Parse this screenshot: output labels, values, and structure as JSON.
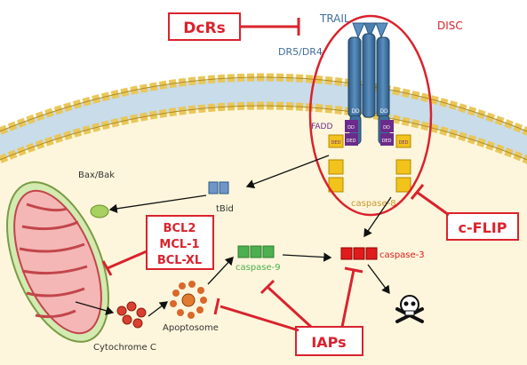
{
  "labels": {
    "dcrs": "DcRs",
    "trail": "TRAIL",
    "disc": "DISC",
    "dr5_dr4": "DR5/DR4",
    "fadd": "FADD",
    "dd": "DD",
    "ded": "DED",
    "bax_bak": "Bax/Bak",
    "tbid": "tBid",
    "caspase8": "caspase-8",
    "bcl2": "BCL2",
    "mcl1": "MCL-1",
    "bclxl": "BCL-XL",
    "caspase9": "caspase-9",
    "caspase3": "caspase-3",
    "cflip": "c-FLIP",
    "apoptosome": "Apoptosome",
    "cytochrome_c": "Cytochrome C",
    "iaps": "IAPs"
  },
  "colors": {
    "inhibitor_red": "#d9232d",
    "receptor_blue": "#3f6f9c",
    "membrane_blue": "#c8dcea",
    "cytoplasm": "#fdf6dc",
    "fadd_purple": "#6a2b8a",
    "caspase8_yellow": "#f2c31b",
    "caspase9_green": "#4caf50",
    "caspase3_red": "#e01b1b",
    "mito_red": "#c2454b",
    "apoptosome_orange": "#d9682a"
  },
  "icons": [
    "skull-icon"
  ]
}
